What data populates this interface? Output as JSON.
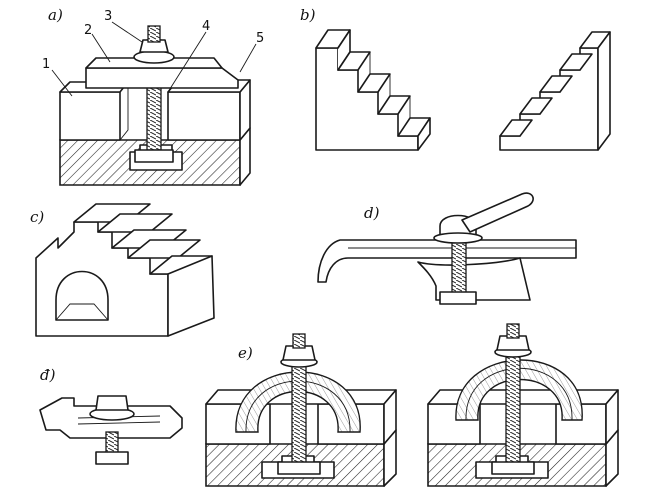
{
  "figure": {
    "panels": [
      {
        "id": "a",
        "label": "a)"
      },
      {
        "id": "b",
        "label": "b)"
      },
      {
        "id": "c",
        "label": "c)"
      },
      {
        "id": "d",
        "label": "d)"
      },
      {
        "id": "d2",
        "label": "đ)"
      },
      {
        "id": "e",
        "label": "e)"
      }
    ],
    "callouts": [
      "1",
      "2",
      "3",
      "4",
      "5"
    ]
  }
}
